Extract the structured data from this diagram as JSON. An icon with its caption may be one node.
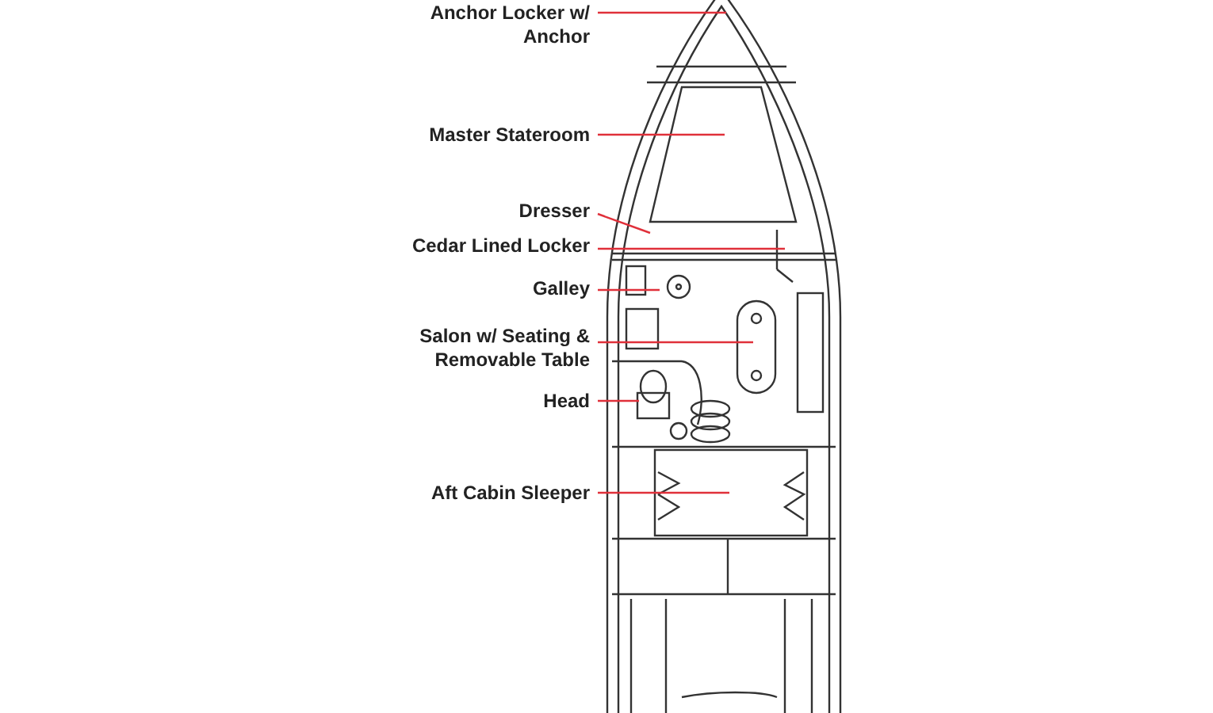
{
  "diagram": {
    "nodes": [
      {
        "text": [
          "Anchor Locker w/ Anchor"
        ]
      },
      {
        "text": [
          "Master Stateroom"
        ]
      },
      {
        "text": [
          "Dresser"
        ]
      },
      {
        "text": [
          "Cedar Lined Locker"
        ]
      },
      {
        "text": [
          "Galley"
        ]
      },
      {
        "text": [
          "Salon w/ Seating & Removable Table"
        ]
      },
      {
        "text": [
          "Head"
        ]
      },
      {
        "text": [
          "Aft Cabin Sleeper"
        ]
      }
    ],
    "edges": [
      {
        "from": 0,
        "to": null,
        "arrow": "none"
      },
      {
        "from": 1,
        "to": null,
        "arrow": "none"
      },
      {
        "from": 2,
        "to": null,
        "arrow": "none"
      },
      {
        "from": 3,
        "to": null,
        "arrow": "none"
      },
      {
        "from": 4,
        "to": null,
        "arrow": "none"
      },
      {
        "from": 5,
        "to": null,
        "arrow": "none"
      },
      {
        "from": 6,
        "to": null,
        "arrow": "none"
      },
      {
        "from": 7,
        "to": null,
        "arrow": "none"
      }
    ]
  }
}
